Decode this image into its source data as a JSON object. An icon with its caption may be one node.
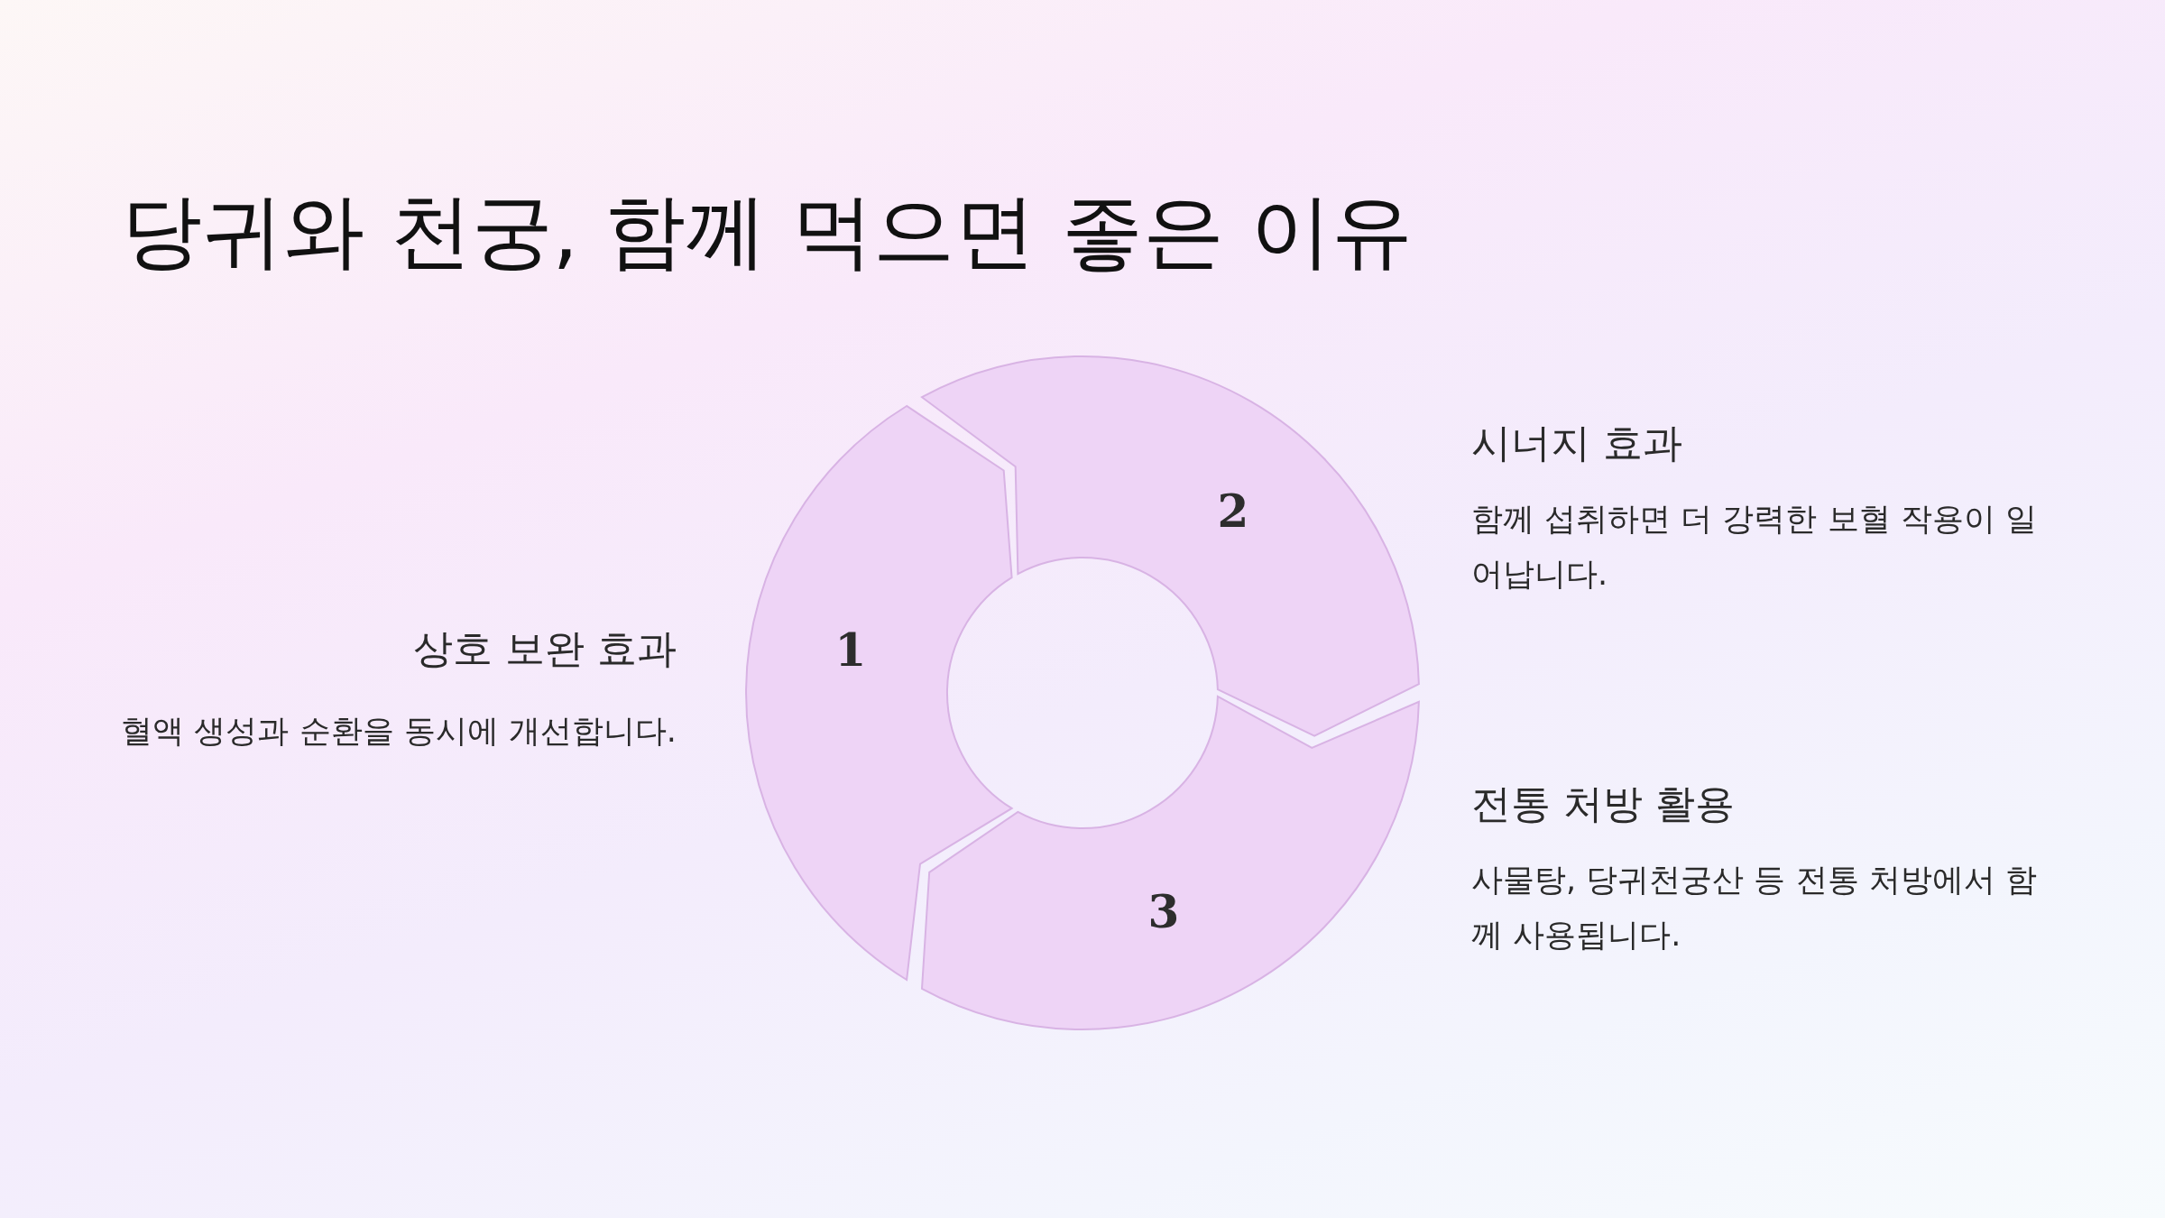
{
  "diagram": {
    "title": "당귀와 천궁, 함께 먹으면 좋은 이유",
    "nodes": [
      {
        "text": [
          "1"
        ],
        "beside": [
          "상호 보완 효과",
          "혈액 생성과 순환을 동시에 개선합니다."
        ]
      },
      {
        "text": [
          "2"
        ],
        "beside": [
          "시너지 효과",
          "함께 섭취하면 더 강력한 보혈 작용이 일어납니다."
        ]
      },
      {
        "text": [
          "3"
        ],
        "beside": [
          "전통 처방 활용",
          "사물탕, 당귀천궁산 등 전통 처방에서 함께 사용됩니다."
        ]
      }
    ]
  }
}
